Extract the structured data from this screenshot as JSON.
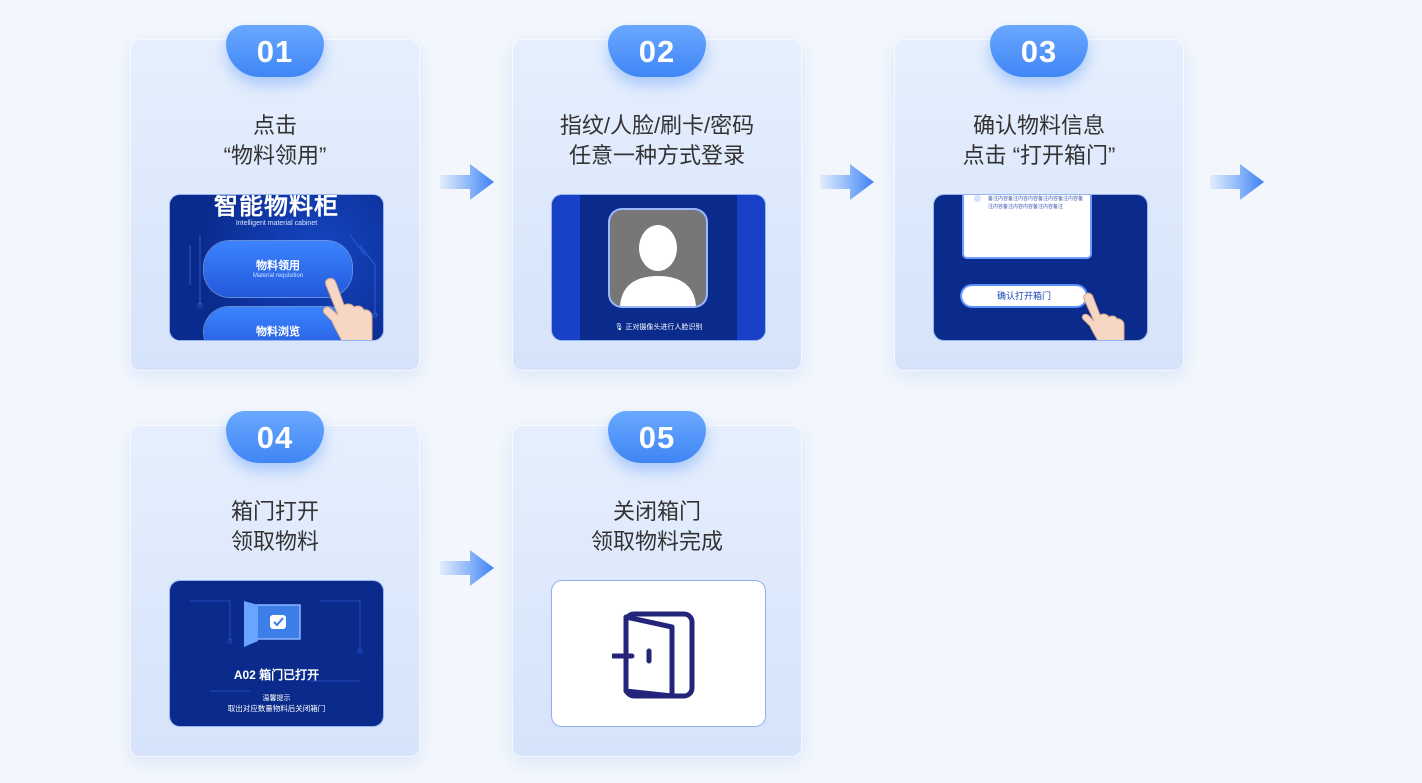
{
  "steps": [
    {
      "number": "01",
      "title_line1": "点击",
      "title_line2": "“物料领用”",
      "screen": {
        "heading": "智能物料柜",
        "subheading": "Intelligent material cabinet",
        "btn1_main": "物料领用",
        "btn1_sub": "Material requisition",
        "btn2_main": "物料浏览"
      }
    },
    {
      "number": "02",
      "title_line1": "指纹/人脸/刷卡/密码",
      "title_line2": "任意一种方式登录",
      "screen": {
        "caption": "正对摄像头进行人脸识别",
        "icon": "user-avatar-icon"
      }
    },
    {
      "number": "03",
      "title_line1": "确认物料信息",
      "title_line2": "点击 “打开箱门”",
      "screen": {
        "info_text": "备注内容备注内容内容备注内容备注内容备注内容备注内容内容备注内容备注",
        "button": "确认打开箱门"
      }
    },
    {
      "number": "04",
      "title_line1": "箱门打开",
      "title_line2": "领取物料",
      "screen": {
        "message": "A02 箱门已打开",
        "tip_title": "温馨提示",
        "tip_text": "取出对应数量物料后关闭箱门"
      }
    },
    {
      "number": "05",
      "title_line1": "关闭箱门",
      "title_line2": "领取物料完成",
      "screen": {
        "icon": "door-close-icon"
      }
    }
  ],
  "colors": {
    "accent": "#3f86f5",
    "screen_bg": "#0a2a8c",
    "arrow": "#4a8ff5"
  }
}
